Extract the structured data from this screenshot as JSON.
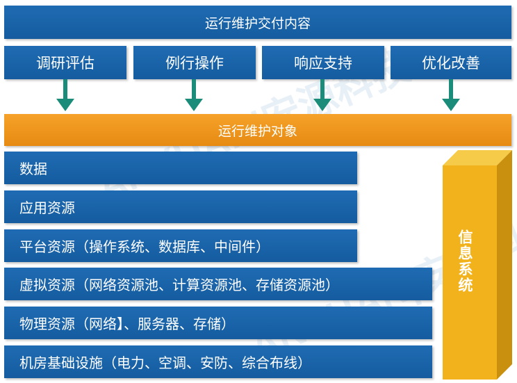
{
  "header": {
    "title": "运行维护交付内容"
  },
  "activities": [
    "调研评估",
    "例行操作",
    "响应支持",
    "优化改善"
  ],
  "object_bar": {
    "label": "运行维护对象"
  },
  "layers": [
    "数据",
    "应用资源",
    "平台资源（操作系统、数据库、中间件）",
    "虚拟资源（网络资源池、计算资源池、存储资源池）",
    "物理资源（网络】、服务器、存储）",
    "机房基础设施（电力、空调、安防、综合布线）"
  ],
  "info_system": {
    "label": "信息系统"
  },
  "watermark": {
    "text": "ANYUAN|安源科技"
  },
  "colors": {
    "blue": "#1a63a8",
    "orange": "#f29a1f",
    "teal": "#1a8c79",
    "gold": "#f2b21b"
  }
}
